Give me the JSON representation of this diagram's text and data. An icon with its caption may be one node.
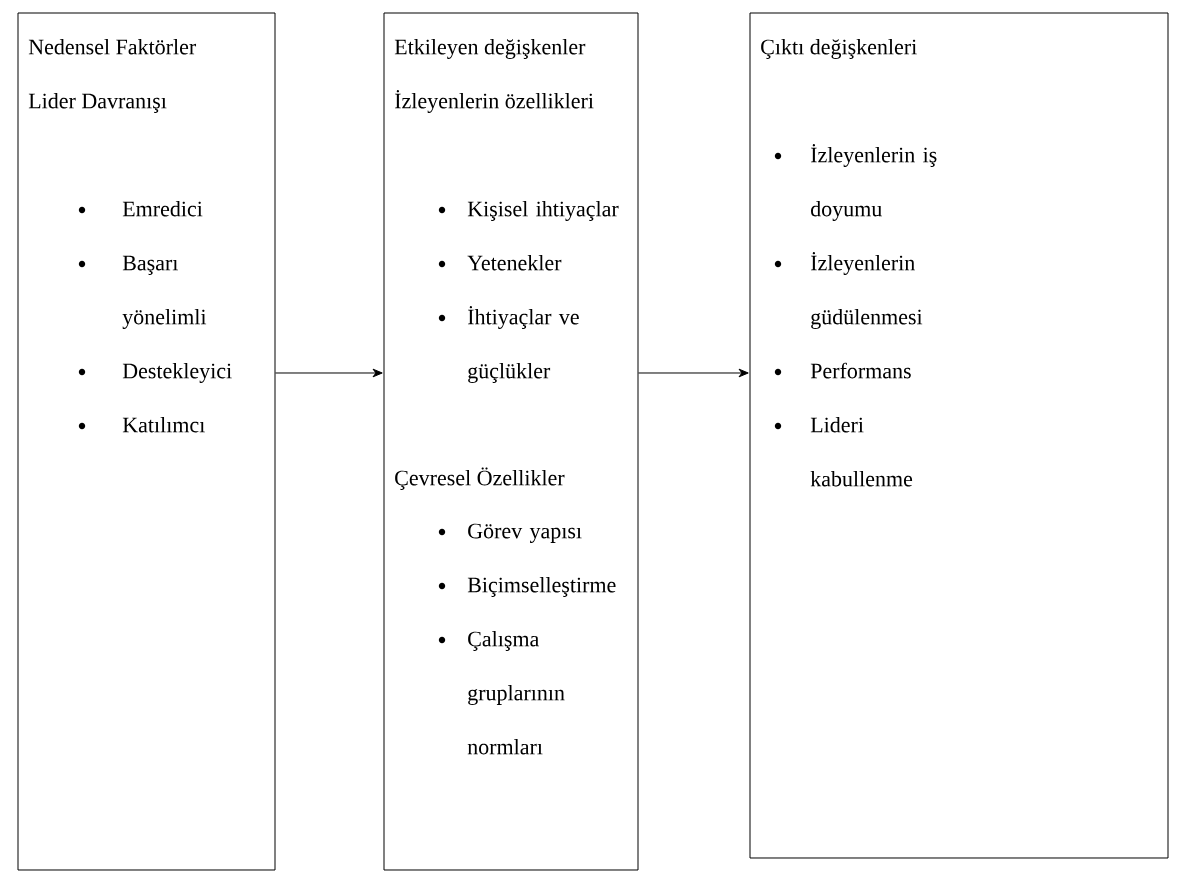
{
  "diagram": {
    "nodes": [
      {
        "text": [
          "Nedensel Faktörler",
          "Lider Davranışı",
          "Emredici",
          "Başarı yönelimli",
          "Destekleyici",
          "Katılımcı"
        ]
      },
      {
        "text": [
          "Etkileyen değişkenler",
          "İzleyenlerin özellikleri",
          "Kişisel ihtiyaçlar",
          "Yetenekler",
          "İhtiyaçlar ve güçlükler",
          "Çevresel Özellikler",
          "Görev yapısı",
          "Biçimselleştirme",
          "Çalışma gruplarının normları"
        ]
      },
      {
        "text": [
          "Çıktı değişkenleri",
          "İzleyenlerin iş doyumu",
          "İzleyenlerin güdülenmesi",
          "Performans",
          "Lideri kabullenme"
        ]
      }
    ],
    "edges": [
      {
        "from": 0,
        "to": 1,
        "arrow": "to"
      },
      {
        "from": 1,
        "to": 2,
        "arrow": "to"
      }
    ]
  }
}
